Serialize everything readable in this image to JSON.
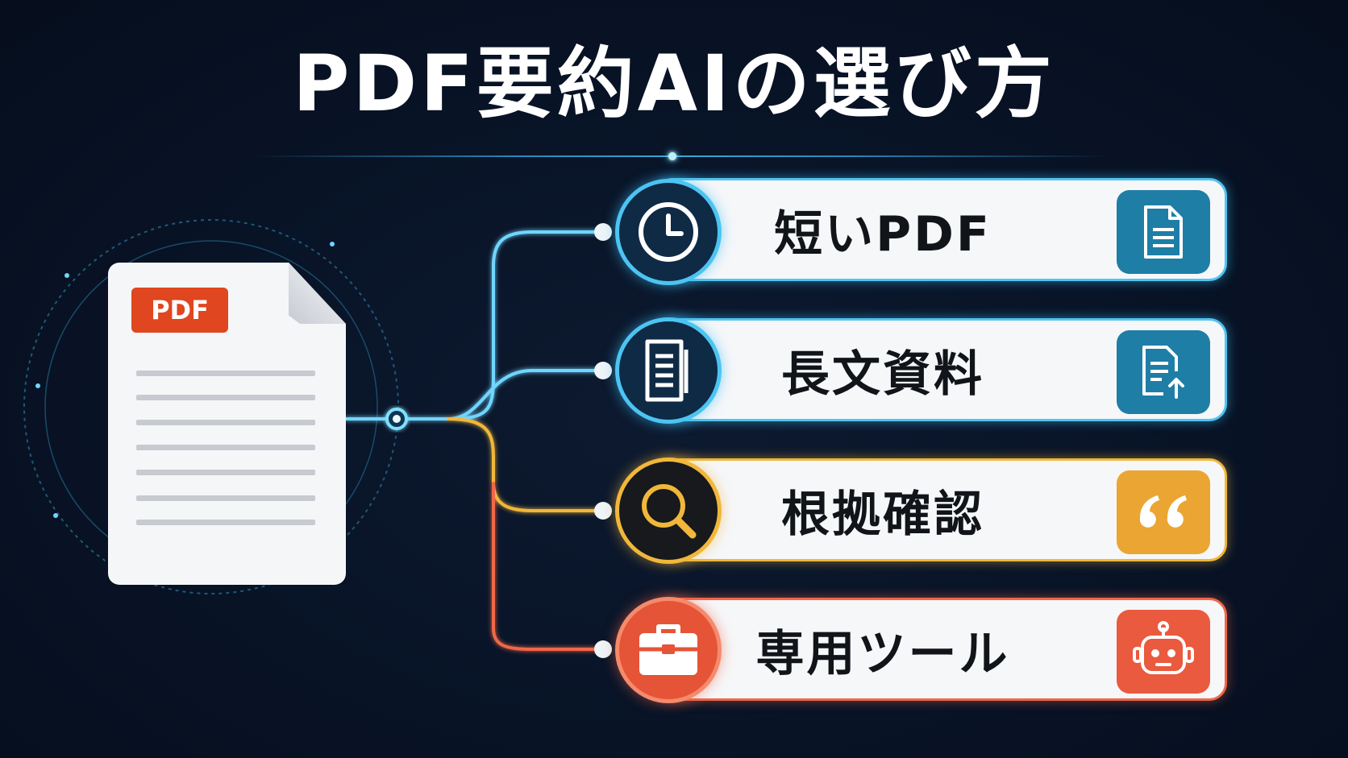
{
  "title": "PDF要約AIの選び方",
  "source_document": {
    "badge": "PDF",
    "icon": "pdf-file-icon"
  },
  "options": [
    {
      "label": "短いPDF",
      "accent": "#4cc4f2",
      "circle_icon": "clock-icon",
      "side_icon": "document-icon",
      "side_color": "#1e7ea6"
    },
    {
      "label": "長文資料",
      "accent": "#4cc4f2",
      "circle_icon": "document-lines-icon",
      "side_icon": "document-upload-icon",
      "side_color": "#1e7ea6"
    },
    {
      "label": "根拠確認",
      "accent": "#f0b73a",
      "circle_icon": "magnifier-icon",
      "side_icon": "quote-icon",
      "side_color": "#eba533"
    },
    {
      "label": "専用ツール",
      "accent": "#f0674a",
      "circle_icon": "toolbox-icon",
      "side_icon": "robot-icon",
      "side_color": "#ea5a3e"
    }
  ]
}
